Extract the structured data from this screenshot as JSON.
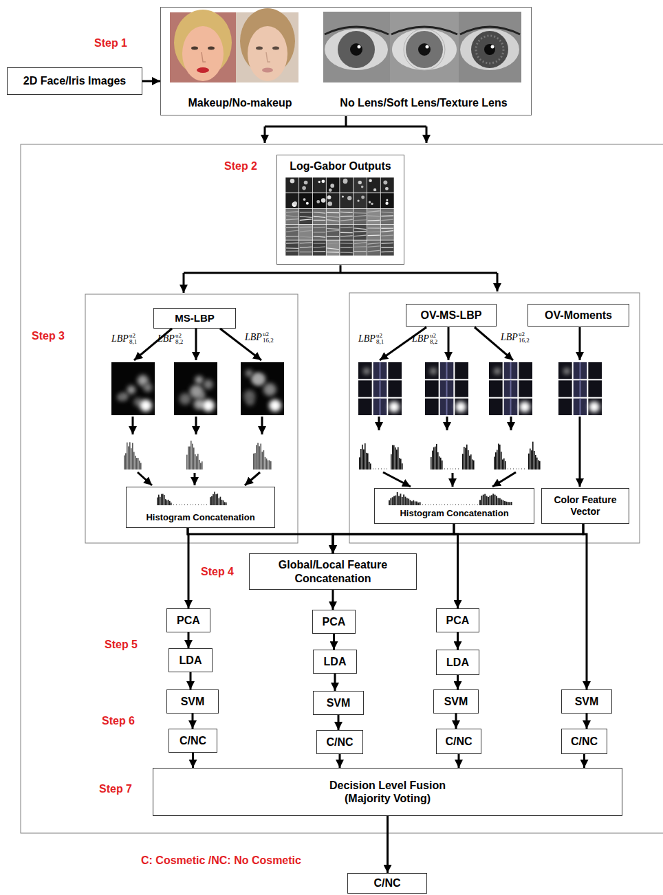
{
  "diagram": {
    "nodes": [
      {
        "text": [
          "2D Face/Iris Images"
        ]
      },
      {
        "text": [
          "Makeup/No-makeup",
          "No Lens/Soft Lens/Texture Lens"
        ]
      },
      {
        "text": [
          "Log-Gabor Outputs"
        ]
      },
      {
        "text": [
          "MS-LBP"
        ]
      },
      {
        "text": [
          "Histogram Concatenation"
        ]
      },
      {
        "text": [
          "OV-MS-LBP"
        ]
      },
      {
        "text": [
          "OV-Moments"
        ]
      },
      {
        "text": [
          "Histogram Concatenation"
        ]
      },
      {
        "text": [
          "Color Feature Vector"
        ]
      },
      {
        "text": [
          "Global/Local Feature Concatenation"
        ]
      },
      {
        "text": [
          "PCA"
        ]
      },
      {
        "text": [
          "PCA"
        ]
      },
      {
        "text": [
          "PCA"
        ]
      },
      {
        "text": [
          "LDA"
        ]
      },
      {
        "text": [
          "LDA"
        ]
      },
      {
        "text": [
          "LDA"
        ]
      },
      {
        "text": [
          "SVM"
        ]
      },
      {
        "text": [
          "SVM"
        ]
      },
      {
        "text": [
          "SVM"
        ]
      },
      {
        "text": [
          "SVM"
        ]
      },
      {
        "text": [
          "C/NC"
        ]
      },
      {
        "text": [
          "C/NC"
        ]
      },
      {
        "text": [
          "C/NC"
        ]
      },
      {
        "text": [
          "C/NC"
        ]
      },
      {
        "text": [
          "Decision Level Fusion (Majority Voting)"
        ]
      },
      {
        "text": [
          "C/NC"
        ]
      }
    ],
    "edges": [
      {
        "from": 0,
        "to": 1,
        "arrow": "to"
      },
      {
        "from": 4,
        "to": 10,
        "arrow": "to"
      },
      {
        "from": 4,
        "to": 9,
        "arrow": "to"
      },
      {
        "from": 7,
        "to": 9,
        "arrow": "to"
      },
      {
        "from": 7,
        "to": 12,
        "arrow": "to"
      },
      {
        "from": 8,
        "to": 9,
        "arrow": "to"
      },
      {
        "from": 8,
        "to": 19,
        "arrow": "to"
      },
      {
        "from": 9,
        "to": 11,
        "arrow": "to"
      },
      {
        "from": 10,
        "to": 13,
        "arrow": "to"
      },
      {
        "from": 11,
        "to": 14,
        "arrow": "to"
      },
      {
        "from": 12,
        "to": 15,
        "arrow": "to"
      },
      {
        "from": 13,
        "to": 16,
        "arrow": "to"
      },
      {
        "from": 14,
        "to": 17,
        "arrow": "to"
      },
      {
        "from": 15,
        "to": 18,
        "arrow": "to"
      },
      {
        "from": 16,
        "to": 20,
        "arrow": "to"
      },
      {
        "from": 17,
        "to": 21,
        "arrow": "to"
      },
      {
        "from": 18,
        "to": 22,
        "arrow": "to"
      },
      {
        "from": 19,
        "to": 23,
        "arrow": "to"
      },
      {
        "from": 20,
        "to": 24,
        "arrow": "to"
      },
      {
        "from": 21,
        "to": 24,
        "arrow": "to"
      },
      {
        "from": 22,
        "to": 24,
        "arrow": "to"
      },
      {
        "from": 23,
        "to": 24,
        "arrow": "to"
      },
      {
        "from": 24,
        "to": 25,
        "arrow": "to"
      }
    ],
    "labels": [
      "Step 1",
      "Step 2",
      "Step 3",
      "LBP",
      "u2",
      "8,1",
      "LBP",
      "u2",
      "8,2",
      "LBP",
      "u2",
      "16,2",
      "LBP",
      "u2",
      "8,1",
      "LBP",
      "u2",
      "8,2",
      "LBP",
      "u2",
      "16,2",
      "Step 4",
      "Step 5",
      "Step 6",
      "Step 7",
      "C: Cosmetic /NC: No Cosmetic"
    ]
  }
}
